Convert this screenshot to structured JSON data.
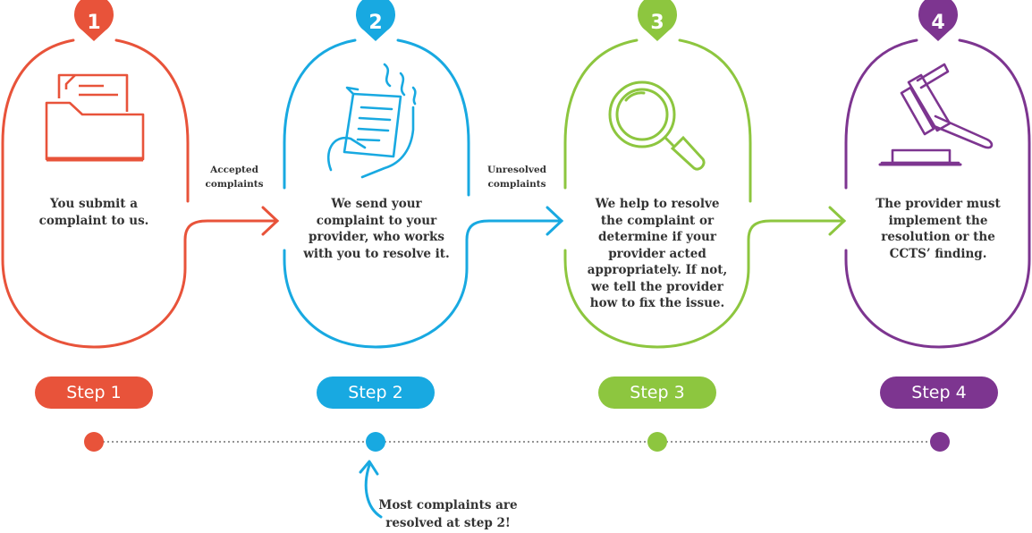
{
  "colors": {
    "step1": "#E8533A",
    "step2": "#18A9E1",
    "step3": "#8DC63F",
    "step4": "#7D3590",
    "text": "#333333",
    "dotline": "#555555"
  },
  "steps": [
    {
      "number": "1",
      "icon": "folder-document-icon",
      "description": "You submit a complaint to us.",
      "label": "Step 1"
    },
    {
      "number": "2",
      "icon": "hand-document-icon",
      "description": "We send your complaint to your provider, who works with you to resolve it.",
      "label": "Step 2"
    },
    {
      "number": "3",
      "icon": "magnifying-glass-icon",
      "description": "We help to resolve the complaint or determine if your provider acted appropriately. If not, we tell the provider how to fix the issue.",
      "label": "Step 3"
    },
    {
      "number": "4",
      "icon": "gavel-icon",
      "description": "The provider must implement the resolution or the CCTS’ finding.",
      "label": "Step 4"
    }
  ],
  "connectors": [
    {
      "label": "Accepted complaints"
    },
    {
      "label": "Unresolved complaints"
    }
  ],
  "note": "Most complaints are resolved at step 2!"
}
